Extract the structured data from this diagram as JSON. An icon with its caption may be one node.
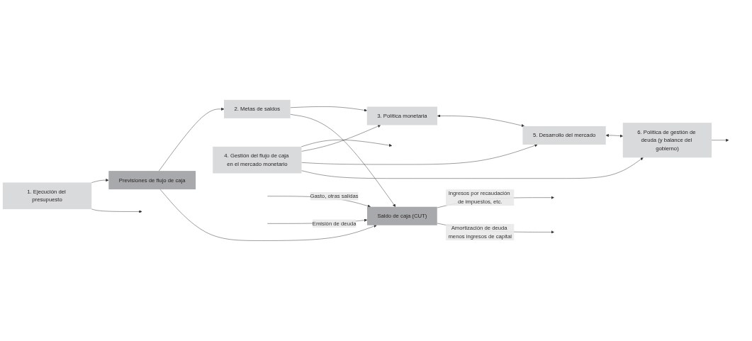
{
  "diagram": {
    "nodes": [
      {
        "text": [
          "Previsiones de flujo de caja"
        ]
      },
      {
        "text": [
          "2. Metas de saldos"
        ]
      },
      {
        "text": [
          "3. Política monetaria"
        ]
      },
      {
        "text": [
          "1. Ejecución del presupuesto"
        ]
      },
      {
        "text": [
          "4. Gestión del flujo de caja en el mercado monetario"
        ]
      },
      {
        "text": [
          "5. Desarrollo del mercado"
        ]
      },
      {
        "text": [
          "Saldo de caja (CUT)"
        ]
      },
      {
        "text": [
          "6. Política de gestión de deuda (y balance del gobierno)"
        ]
      }
    ],
    "edges": [
      {
        "from": 3,
        "to": 0,
        "arrow": "to"
      },
      {
        "from": 0,
        "to": 1,
        "arrow": "to"
      },
      {
        "from": 1,
        "to": 2,
        "arrow": "to"
      },
      {
        "from": 0,
        "to": 6,
        "arrow": "to"
      },
      {
        "from": 1,
        "to": 6,
        "arrow": "to"
      },
      {
        "from": 4,
        "to": null,
        "arrow": "to"
      },
      {
        "from": 4,
        "to": 2,
        "arrow": "to"
      },
      {
        "from": 4,
        "to": 5,
        "arrow": "to"
      },
      {
        "from": 4,
        "to": 7,
        "arrow": "to"
      },
      {
        "from": 2,
        "to": 5,
        "arrow": "both"
      },
      {
        "from": 5,
        "to": 7,
        "arrow": "both"
      },
      {
        "from": 3,
        "to": null,
        "arrow": "to"
      },
      {
        "from": null,
        "to": 6,
        "arrow": "to",
        "label": "Gasto, otras salidas"
      },
      {
        "from": 6,
        "to": null,
        "arrow": "to",
        "label": "Ingresos por recaudación de impuestos, etc."
      },
      {
        "from": 6,
        "to": null,
        "arrow": "to",
        "label": "Amortización de deuda menos ingresos de capital"
      },
      {
        "from": null,
        "to": 6,
        "arrow": "to",
        "label": "Emisión de deuda"
      },
      {
        "from": 7,
        "to": null,
        "arrow": "to"
      }
    ]
  }
}
